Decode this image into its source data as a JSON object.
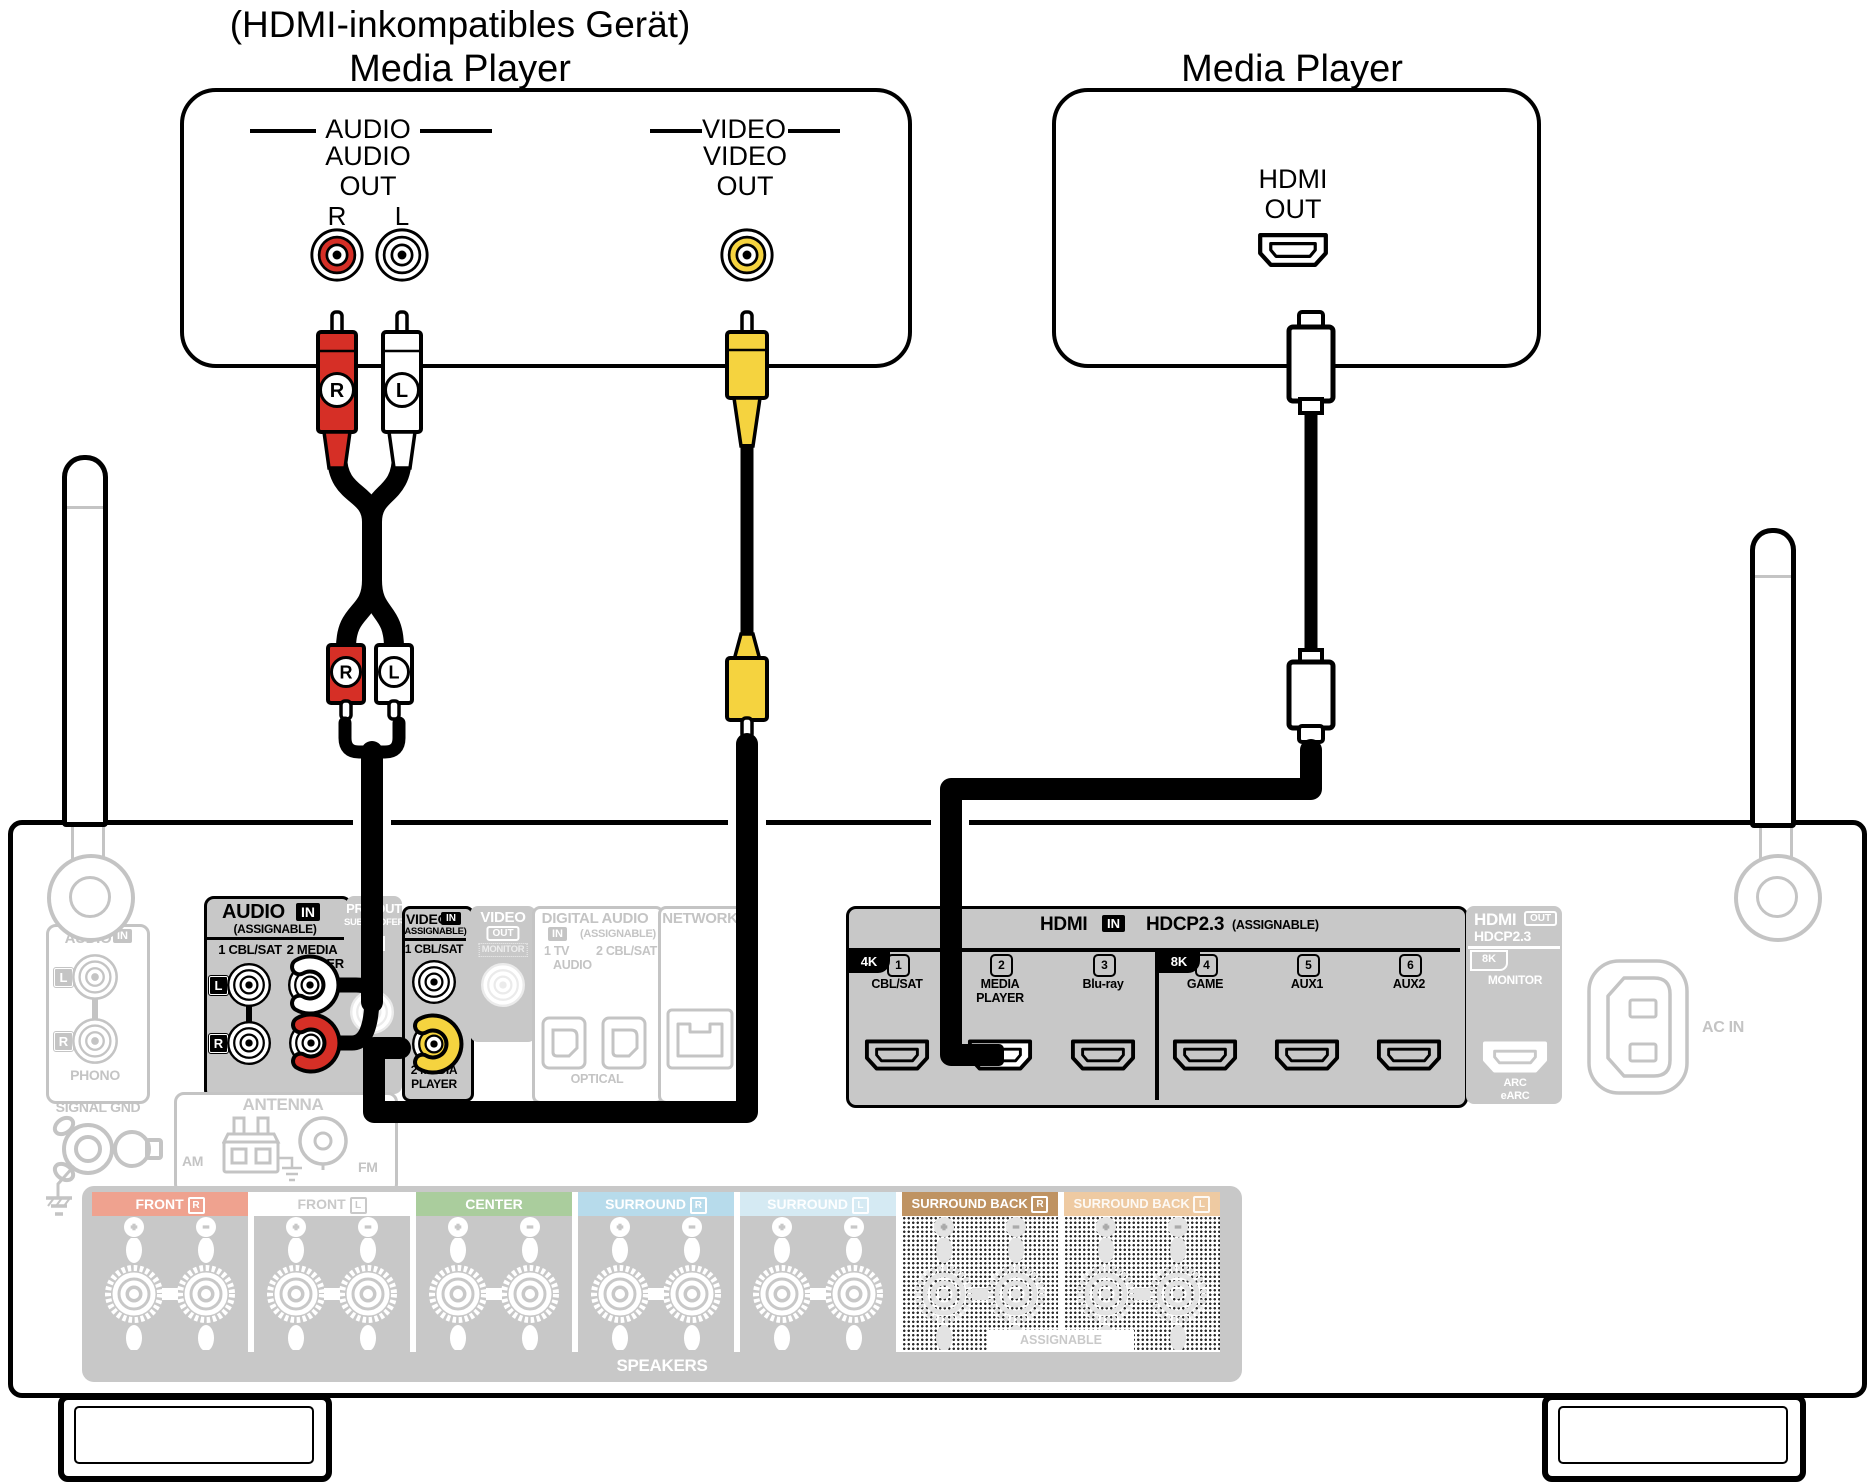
{
  "analog_device": {
    "note": "(HDMI-inkompatibles Gerät)",
    "title": "Media Player",
    "audio_header": "AUDIO",
    "audio_out1": "AUDIO",
    "audio_out2": "OUT",
    "r": "R",
    "l": "L",
    "video_header": "VIDEO",
    "video_out1": "VIDEO",
    "video_out2": "OUT"
  },
  "hdmi_device": {
    "title": "Media Player",
    "out1": "HDMI",
    "out2": "OUT"
  },
  "cables": {
    "r": "R",
    "l": "L"
  },
  "rx": {
    "phono": {
      "header": "AUDIO",
      "badge": "IN",
      "l": "L",
      "r": "R",
      "label": "PHONO"
    },
    "signal_gnd": "SIGNAL GND",
    "audio_in": {
      "header": "AUDIO",
      "badge": "IN",
      "assignable": "(ASSIGNABLE)",
      "c1": "1 CBL/SAT",
      "c2": "2 MEDIA",
      "c2b": "PLAYER",
      "l": "L",
      "r": "R"
    },
    "pre_out": {
      "l1": "PRE OUT",
      "l2": "SUBWOOFER"
    },
    "video_in": {
      "header": "VIDEO",
      "badge": "IN",
      "assignable": "(ASSIGNABLE)",
      "c1": "1 CBL/SAT",
      "c2": "2 MEDIA",
      "c2b": "PLAYER"
    },
    "video_out": {
      "header": "VIDEO",
      "badge": "OUT",
      "label": "MONITOR"
    },
    "digital": {
      "header": "DIGITAL AUDIO",
      "badge": "IN",
      "assignable": "(ASSIGNABLE)",
      "c1a": "1  TV",
      "c1b": "AUDIO",
      "c2": "2 CBL/SAT",
      "label": "OPTICAL"
    },
    "network": {
      "header": "NETWORK"
    },
    "antenna": {
      "header": "ANTENNA",
      "am": "AM",
      "fm": "FM"
    },
    "hdmi_in": {
      "t1": "HDMI",
      "badge": "IN",
      "t2": "HDCP2.3",
      "assignable": "(ASSIGNABLE)",
      "k4": "4K",
      "k8": "8K",
      "ports": [
        {
          "num": "1",
          "label": "CBL/SAT",
          "label2": ""
        },
        {
          "num": "2",
          "label": "MEDIA",
          "label2": "PLAYER"
        },
        {
          "num": "3",
          "label": "Blu-ray",
          "label2": ""
        },
        {
          "num": "4",
          "label": "GAME",
          "label2": ""
        },
        {
          "num": "5",
          "label": "AUX1",
          "label2": ""
        },
        {
          "num": "6",
          "label": "AUX2",
          "label2": ""
        }
      ]
    },
    "hdmi_out": {
      "t1": "HDMI",
      "badge": "OUT",
      "t2": "HDCP2.3",
      "k8": "8K",
      "label": "MONITOR",
      "arc1": "ARC",
      "arc2": "eARC"
    },
    "ac_in": "AC IN",
    "speakers": {
      "bar": "SPEAKERS",
      "assignable": "ASSIGNABLE",
      "channels": [
        {
          "name": "FRONT",
          "ch": "R"
        },
        {
          "name": "FRONT",
          "ch": "L"
        },
        {
          "name": "CENTER",
          "ch": ""
        },
        {
          "name": "SURROUND",
          "ch": "R"
        },
        {
          "name": "SURROUND",
          "ch": "L"
        },
        {
          "name": "SURROUND BACK",
          "ch": "R"
        },
        {
          "name": "SURROUND BACK",
          "ch": "L"
        }
      ]
    }
  },
  "colors": {
    "active_gray": "#c8c8c8",
    "inactive_gray": "#c4c4c4",
    "rca_red": "#d62f26",
    "rca_yellow": "#f5d33f",
    "front_r": "#efa28f",
    "front_l": "#ffffff",
    "center": "#aacd9d",
    "surround_r": "#b7dbeb",
    "surround_l": "#d5eaf3",
    "surround_back_r": "#bf9362",
    "surround_back_l": "#eecaa2"
  }
}
